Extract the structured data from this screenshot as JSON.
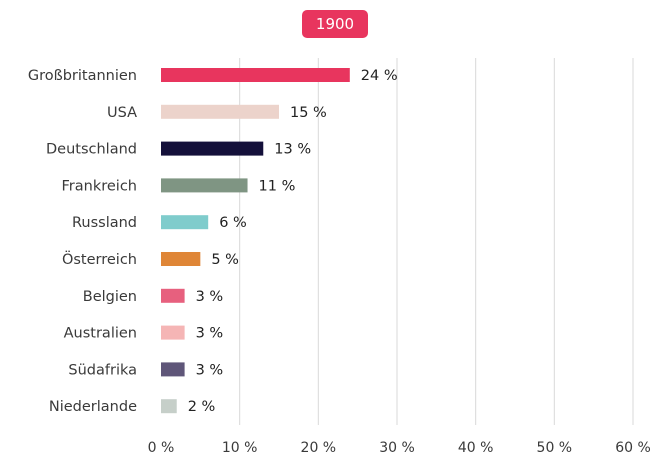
{
  "chart_data": {
    "type": "bar",
    "orientation": "horizontal",
    "title": "1900",
    "categories": [
      "Großbritannien",
      "USA",
      "Deutschland",
      "Frankreich",
      "Russland",
      "Österreich",
      "Belgien",
      "Australien",
      "Südafrika",
      "Niederlande"
    ],
    "values": [
      24,
      15,
      13,
      11,
      6,
      5,
      3,
      3,
      3,
      2
    ],
    "value_labels": [
      "24 %",
      "15 %",
      "13 %",
      "11 %",
      "6 %",
      "5 %",
      "3 %",
      "3 %",
      "3 %",
      "2 %"
    ],
    "bar_colors": [
      "#e8355e",
      "#ecd3cb",
      "#14103a",
      "#7f9583",
      "#7fcccc",
      "#df8637",
      "#e7607e",
      "#f5b5b5",
      "#5f5679",
      "#c6cfc9"
    ],
    "xlim": [
      0,
      60
    ],
    "xticks": [
      0,
      10,
      20,
      30,
      40,
      50,
      60
    ],
    "xtick_labels": [
      "0 %",
      "10 %",
      "20 %",
      "30 %",
      "40 %",
      "50 %",
      "60 %"
    ],
    "grid": "vertical",
    "xlabel": "",
    "ylabel": ""
  },
  "colors": {
    "badge": "#e8355e",
    "grid": "#d9d9d9"
  }
}
